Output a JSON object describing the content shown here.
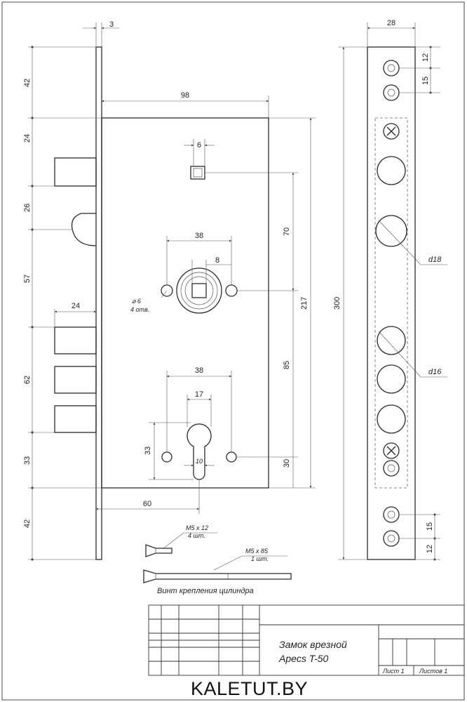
{
  "dimensions": {
    "faceplate_thickness": "3",
    "top_offset": "42",
    "bottom_offset": "42",
    "latch_top": "24",
    "latch_height": "26",
    "latch_to_bolts": "57",
    "bolts_span": "62",
    "cylinder_below": "33",
    "body_width": "98",
    "spindle_square": "6",
    "spindle_holes_spacing": "38",
    "spindle_square_inner": "8",
    "spindle_to_square": "70",
    "body_height": "217",
    "spindle_to_cylinder": "85",
    "cylinder_to_bottom": "30",
    "bolt_throw": "24",
    "cylinder_holes_spacing": "38",
    "cylinder_width": "17",
    "cylinder_hole_height": "33",
    "cylinder_slot": "10",
    "backset": "60",
    "strike_width": "28",
    "strike_hole_top": "12",
    "strike_hole_spacing_top": "15",
    "strike_total": "300",
    "strike_hole_spacing_bottom": "15",
    "strike_hole_bottom": "12"
  },
  "labels": {
    "hole_diameter": "⌀ 6",
    "hole_count": "4 отв.",
    "bolt_hole_large": "d18",
    "bolt_hole_small": "d16",
    "screw_short_size": "M5 x 12",
    "screw_short_qty": "4 шт.",
    "screw_long_size": "M5 x 85",
    "screw_long_qty": "1 шт.",
    "screw_caption": "Винт крепления цилиндра"
  },
  "title_block": {
    "title_line1": "Замок врезной",
    "title_line2": "Apecs T-50",
    "sheet": "Лист 1",
    "sheets_total": "Листов 1"
  },
  "brand": "KALETUT.BY"
}
